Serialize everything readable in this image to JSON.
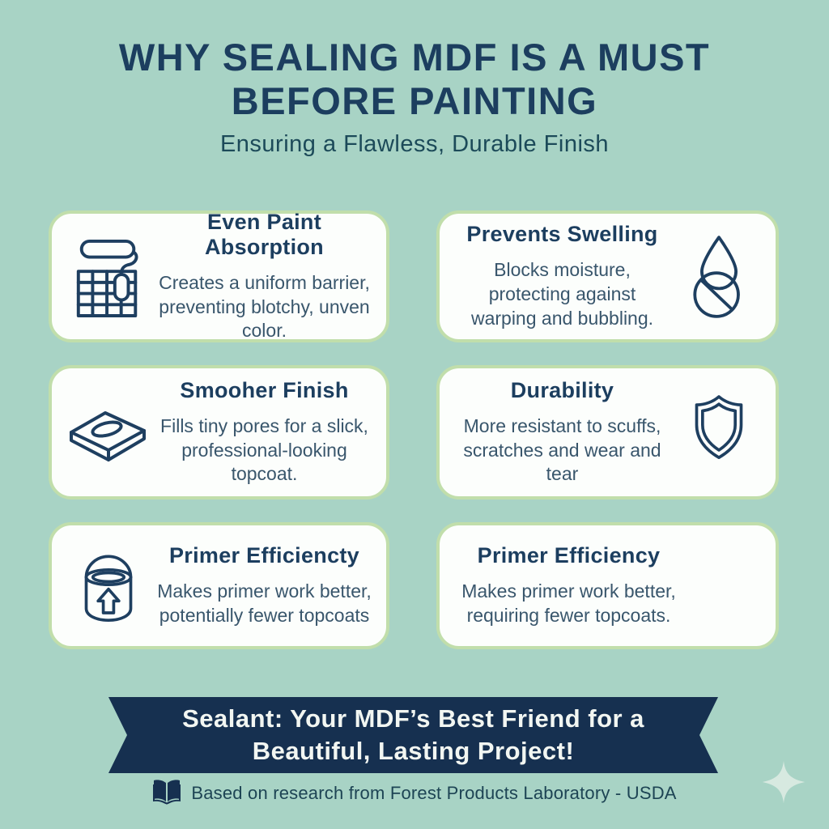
{
  "header": {
    "title_line1": "WHY SEALING MDF IS A MUST",
    "title_line2": "BEFORE PAINTING",
    "subtitle": "Ensuring a Flawless, Durable Finish"
  },
  "cards": [
    {
      "title": "Even Paint Absorption",
      "body": "Creates a uniform barrier, preventing blotchy, unven color.",
      "icon": "paint-roller-icon",
      "icon_side": "left"
    },
    {
      "title": "Prevents Swelling",
      "body": "Blocks moisture, protecting against warping and bubbling.",
      "icon": "no-moisture-drop-icon",
      "icon_side": "right"
    },
    {
      "title": "Smooher Finish",
      "body": "Fills tiny pores for a slick, professional-looking topcoat.",
      "icon": "mdf-board-icon",
      "icon_side": "left"
    },
    {
      "title": "Durability",
      "body": "More resistant to scuffs, scratches and wear and tear",
      "icon": "shield-icon",
      "icon_side": "right"
    },
    {
      "title": "Primer Efficiencty",
      "body": "Makes primer work better, potentially fewer topcoats",
      "icon": "paint-bucket-icon",
      "icon_side": "left"
    },
    {
      "title": "Primer Efficiency",
      "body": "Makes primer work better, requiring fewer topcoats.",
      "icon": "none",
      "icon_side": "none"
    }
  ],
  "banner": {
    "line1": "Sealant: Your MDF’s Best Friend for a",
    "line2": "Beautiful, Lasting Project!"
  },
  "footer": {
    "icon": "open-book-icon",
    "source": "Based on research from Forest Products Laboratory - USDA"
  },
  "decor": {
    "corner_icon": "sparkle-icon"
  },
  "colors": {
    "background": "#a8d3c5",
    "card_background": "#fcfefc",
    "card_border": "#c1deab",
    "heading_navy": "#1c3e5f",
    "body_text": "#39566c",
    "banner_background": "#163050",
    "banner_text": "#f2f6f2",
    "icon_stroke": "#1e3f60",
    "sparkle": "#d7e9e0"
  }
}
